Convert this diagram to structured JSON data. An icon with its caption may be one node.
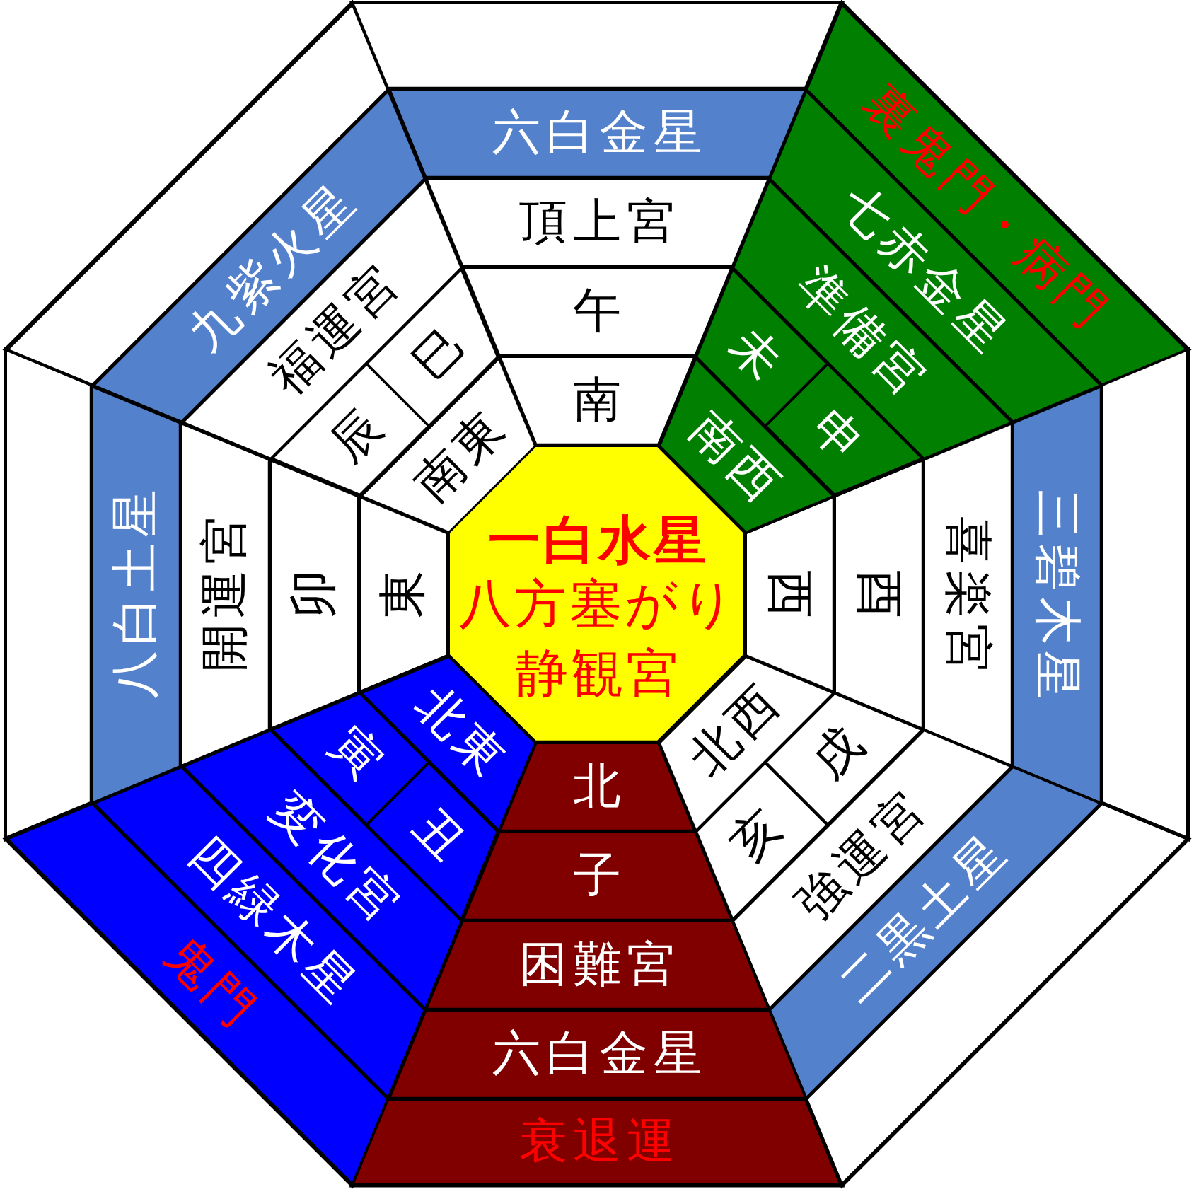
{
  "diagram": {
    "nodes": [
      {
        "text": [
          "一白水星",
          "八方塞がり",
          "静観宮"
        ]
      },
      {
        "text": [
          "南"
        ]
      },
      {
        "text": [
          "午"
        ]
      },
      {
        "text": [
          "頂上宮"
        ]
      },
      {
        "text": [
          "六白金星"
        ]
      },
      {
        "text": [],
        "shape": "trapezoid"
      },
      {
        "text": [
          "南西"
        ]
      },
      {
        "text": [
          "未"
        ]
      },
      {
        "text": [
          "申"
        ]
      },
      {
        "text": [
          "準備宮"
        ]
      },
      {
        "text": [
          "七赤金星"
        ]
      },
      {
        "text": [
          "裏鬼門・病門"
        ]
      },
      {
        "text": [
          "西"
        ]
      },
      {
        "text": [
          "酉"
        ]
      },
      {
        "text": [
          "喜楽宮"
        ]
      },
      {
        "text": [
          "三碧木星"
        ]
      },
      {
        "text": [],
        "shape": "trapezoid"
      },
      {
        "text": [
          "北西"
        ]
      },
      {
        "text": [
          "戌"
        ]
      },
      {
        "text": [
          "亥"
        ]
      },
      {
        "text": [
          "強運宮"
        ]
      },
      {
        "text": [
          "二黒土星"
        ]
      },
      {
        "text": [],
        "shape": "trapezoid"
      },
      {
        "text": [
          "北"
        ]
      },
      {
        "text": [
          "子"
        ]
      },
      {
        "text": [
          "困難宮"
        ]
      },
      {
        "text": [
          "六白金星"
        ]
      },
      {
        "text": [
          "衰退運"
        ]
      },
      {
        "text": [
          "北東"
        ]
      },
      {
        "text": [
          "丑"
        ]
      },
      {
        "text": [
          "寅"
        ]
      },
      {
        "text": [
          "変化宮"
        ]
      },
      {
        "text": [
          "四緑木星"
        ]
      },
      {
        "text": [
          "鬼門"
        ]
      },
      {
        "text": [
          "東"
        ]
      },
      {
        "text": [
          "卯"
        ]
      },
      {
        "text": [
          "開運宮"
        ]
      },
      {
        "text": [
          "八白土星"
        ]
      },
      {
        "text": [],
        "shape": "trapezoid"
      },
      {
        "text": [
          "南東"
        ]
      },
      {
        "text": [
          "辰"
        ]
      },
      {
        "text": [
          "巳"
        ]
      },
      {
        "text": [
          "福運宮"
        ]
      },
      {
        "text": [
          "九紫火星"
        ]
      },
      {
        "text": [],
        "shape": "trapezoid"
      }
    ]
  }
}
